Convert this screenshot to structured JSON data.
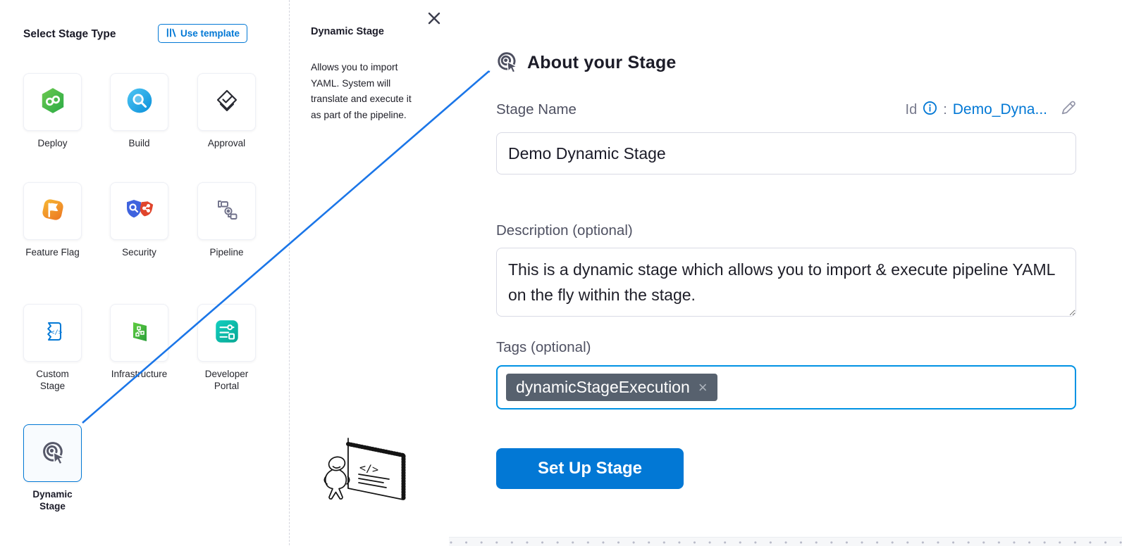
{
  "left_panel": {
    "title": "Select Stage Type",
    "use_template_button": "Use template",
    "stages": [
      {
        "label": "Deploy"
      },
      {
        "label": "Build"
      },
      {
        "label": "Approval"
      },
      {
        "label": "Feature Flag"
      },
      {
        "label": "Security"
      },
      {
        "label": "Pipeline"
      },
      {
        "label": "Custom Stage"
      },
      {
        "label": "Infrastructure"
      },
      {
        "label": "Developer Portal"
      },
      {
        "label": "Dynamic Stage"
      }
    ]
  },
  "info_panel": {
    "title": "Dynamic Stage",
    "description": "Allows you to import YAML. System will translate and execute it as part of the pipeline.",
    "board_text": "</>"
  },
  "about_panel": {
    "title": "About your Stage",
    "stage_name_label": "Stage Name",
    "stage_name_value": "Demo Dynamic Stage",
    "id_label": "Id",
    "id_colon": ":",
    "id_value": "Demo_Dyna...",
    "description_label": "Description (optional)",
    "description_value": "This is a dynamic stage which allows you to import & execute pipeline YAML on the fly within the stage.",
    "tags_label": "Tags (optional)",
    "tag_chip": "dynamicStageExecution",
    "tag_remove": "×",
    "setup_button": "Set Up Stage"
  },
  "colors": {
    "accent_blue": "#0278d5",
    "focus_blue": "#0092e4",
    "chip_slate": "#57616e",
    "label_gray": "#4f5162"
  }
}
